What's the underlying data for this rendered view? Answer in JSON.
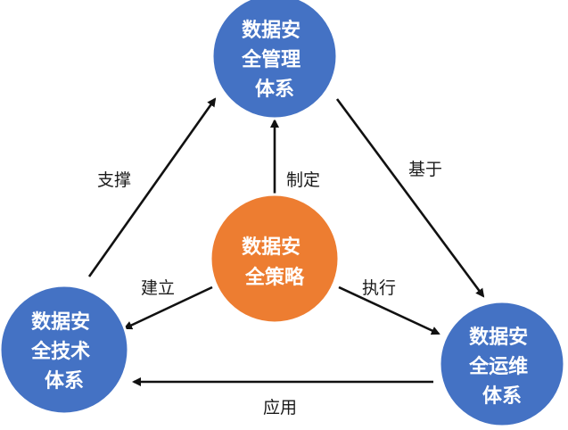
{
  "colors": {
    "node_blue": "#4472C4",
    "node_orange": "#ED7D31",
    "node_border": "#ffffff",
    "arrow": "#111111"
  },
  "nodes": {
    "management": {
      "lines": [
        "数据安",
        "全管理",
        "体系"
      ]
    },
    "strategy": {
      "lines": [
        "数据安",
        "全策略"
      ]
    },
    "technology": {
      "lines": [
        "数据安",
        "全技术",
        "体系"
      ]
    },
    "operations": {
      "lines": [
        "数据安",
        "全运维",
        "体系"
      ]
    }
  },
  "edges": {
    "support": {
      "label": "支撑"
    },
    "formulate": {
      "label": "制定"
    },
    "based_on": {
      "label": "基于"
    },
    "establish": {
      "label": "建立"
    },
    "execute": {
      "label": "执行"
    },
    "apply": {
      "label": "应用"
    }
  }
}
